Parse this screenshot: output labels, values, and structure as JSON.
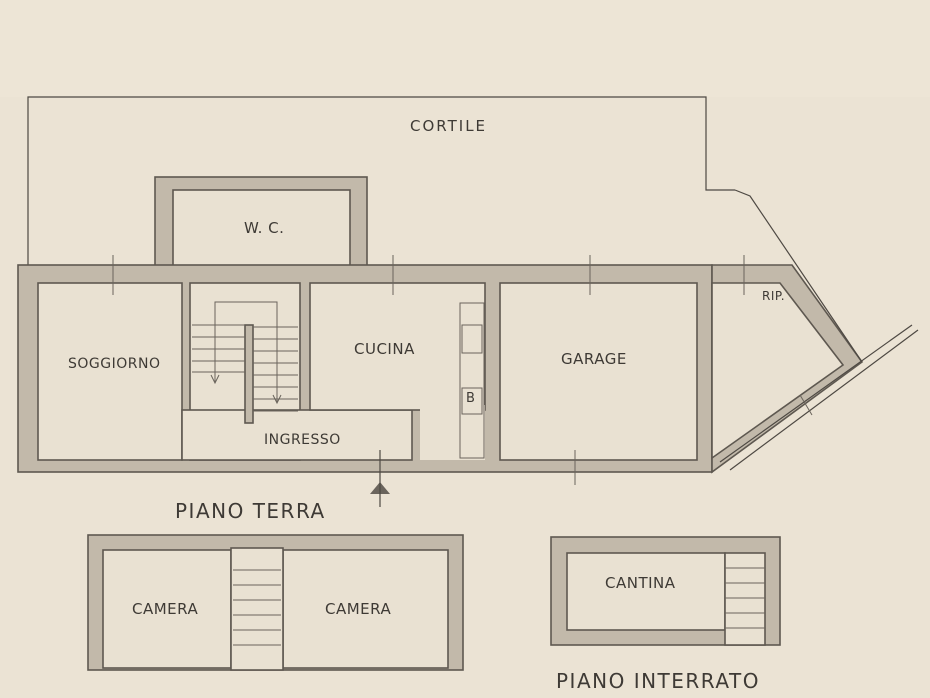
{
  "plan": {
    "courtyard": "CORTILE",
    "rooms": {
      "wc": "W. C.",
      "soggiorno": "SOGGIORNO",
      "cucina": "CUCINA",
      "garage": "GARAGE",
      "ripostiglio": "RIP.",
      "ingresso": "INGRESSO",
      "boiler": "B",
      "camera_left": "CAMERA",
      "camera_right": "CAMERA",
      "cantina": "CANTINA"
    },
    "floors": {
      "ground": "PIANO TERRA",
      "basement": "PIANO INTERRATO"
    }
  },
  "colors": {
    "paper": "#ebe3d4",
    "wall": "#c2b9aa",
    "ink": "#5e5850"
  }
}
